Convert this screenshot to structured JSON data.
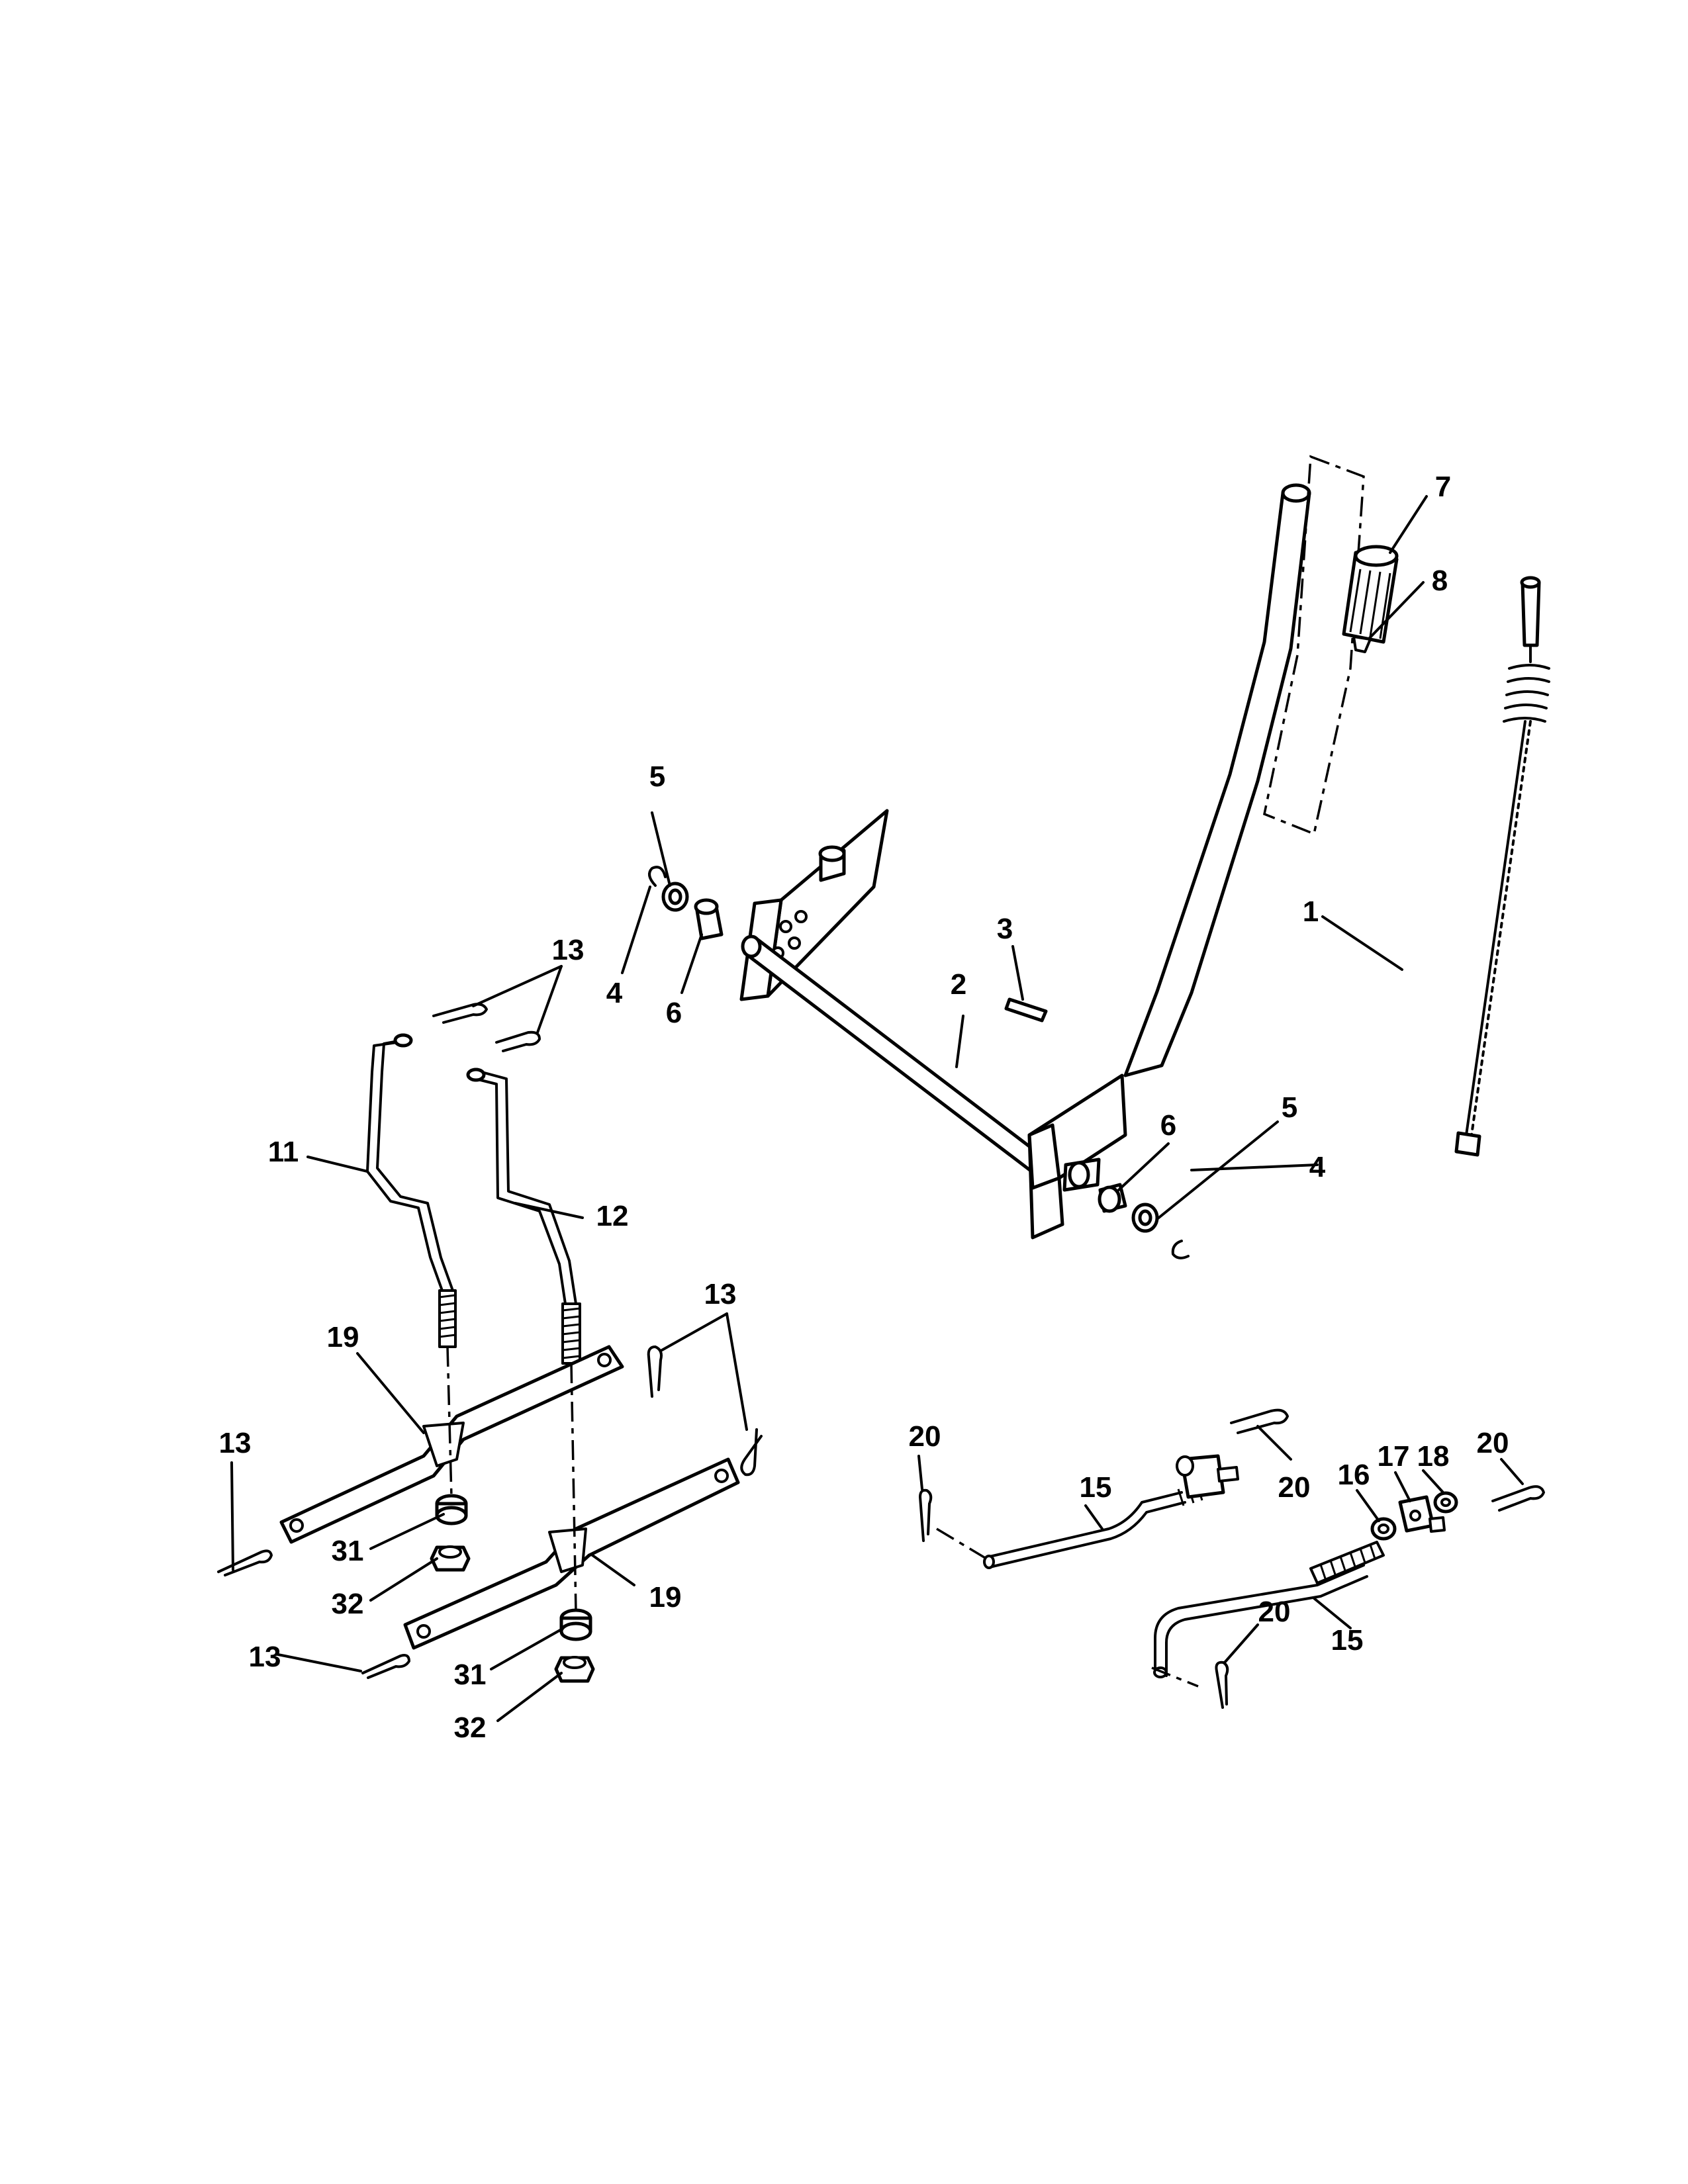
{
  "diagram": {
    "part_labels": [
      {
        "id": "lbl-7",
        "text": "7"
      },
      {
        "id": "lbl-8",
        "text": "8"
      },
      {
        "id": "lbl-1",
        "text": "1"
      },
      {
        "id": "lbl-5a",
        "text": "5"
      },
      {
        "id": "lbl-4a",
        "text": "4"
      },
      {
        "id": "lbl-6a",
        "text": "6"
      },
      {
        "id": "lbl-3",
        "text": "3"
      },
      {
        "id": "lbl-2",
        "text": "2"
      },
      {
        "id": "lbl-6b",
        "text": "6"
      },
      {
        "id": "lbl-5b",
        "text": "5"
      },
      {
        "id": "lbl-4b",
        "text": "4"
      },
      {
        "id": "lbl-13a",
        "text": "13"
      },
      {
        "id": "lbl-11",
        "text": "11"
      },
      {
        "id": "lbl-12",
        "text": "12"
      },
      {
        "id": "lbl-13b",
        "text": "13"
      },
      {
        "id": "lbl-19a",
        "text": "19"
      },
      {
        "id": "lbl-13c",
        "text": "13"
      },
      {
        "id": "lbl-31a",
        "text": "31"
      },
      {
        "id": "lbl-32a",
        "text": "32"
      },
      {
        "id": "lbl-19b",
        "text": "19"
      },
      {
        "id": "lbl-13d",
        "text": "13"
      },
      {
        "id": "lbl-31b",
        "text": "31"
      },
      {
        "id": "lbl-32b",
        "text": "32"
      },
      {
        "id": "lbl-20a",
        "text": "20"
      },
      {
        "id": "lbl-15a",
        "text": "15"
      },
      {
        "id": "lbl-20b",
        "text": "20"
      },
      {
        "id": "lbl-16",
        "text": "16"
      },
      {
        "id": "lbl-17",
        "text": "17"
      },
      {
        "id": "lbl-18",
        "text": "18"
      },
      {
        "id": "lbl-20c",
        "text": "20"
      },
      {
        "id": "lbl-20d",
        "text": "20"
      },
      {
        "id": "lbl-15b",
        "text": "15"
      }
    ]
  }
}
